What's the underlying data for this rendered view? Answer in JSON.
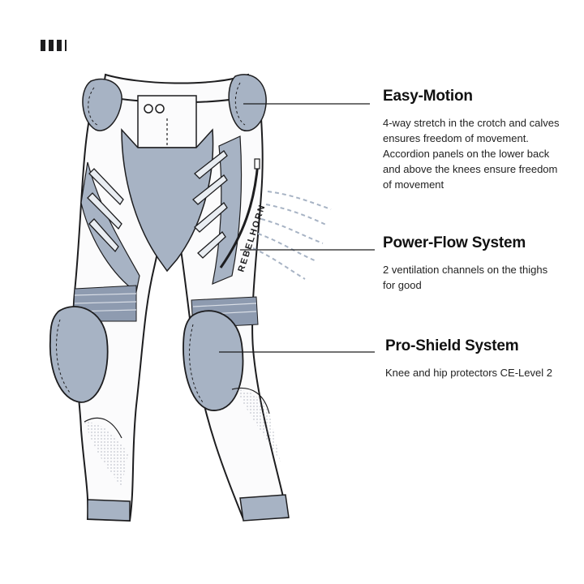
{
  "brand": {
    "logo_icon": "rebelhorn-bars-logo",
    "print_text": "REBELHORN"
  },
  "features": [
    {
      "title": "Easy-Motion",
      "description": "4-way stretch in the crotch and calves ensures freedom of movement. Accordion panels on the lower back and above the knees ensure freedom of movement"
    },
    {
      "title": "Power-Flow System",
      "description": "2 ventilation channels on the thighs for good"
    },
    {
      "title": "Pro-Shield System",
      "description": "Knee and hip protectors CE-Level 2"
    }
  ],
  "colors": {
    "ink": "#1d1d1f",
    "panel": "#a7b3c4",
    "panel_dark": "#8e9bb0",
    "leather": "#fbfbfc"
  }
}
